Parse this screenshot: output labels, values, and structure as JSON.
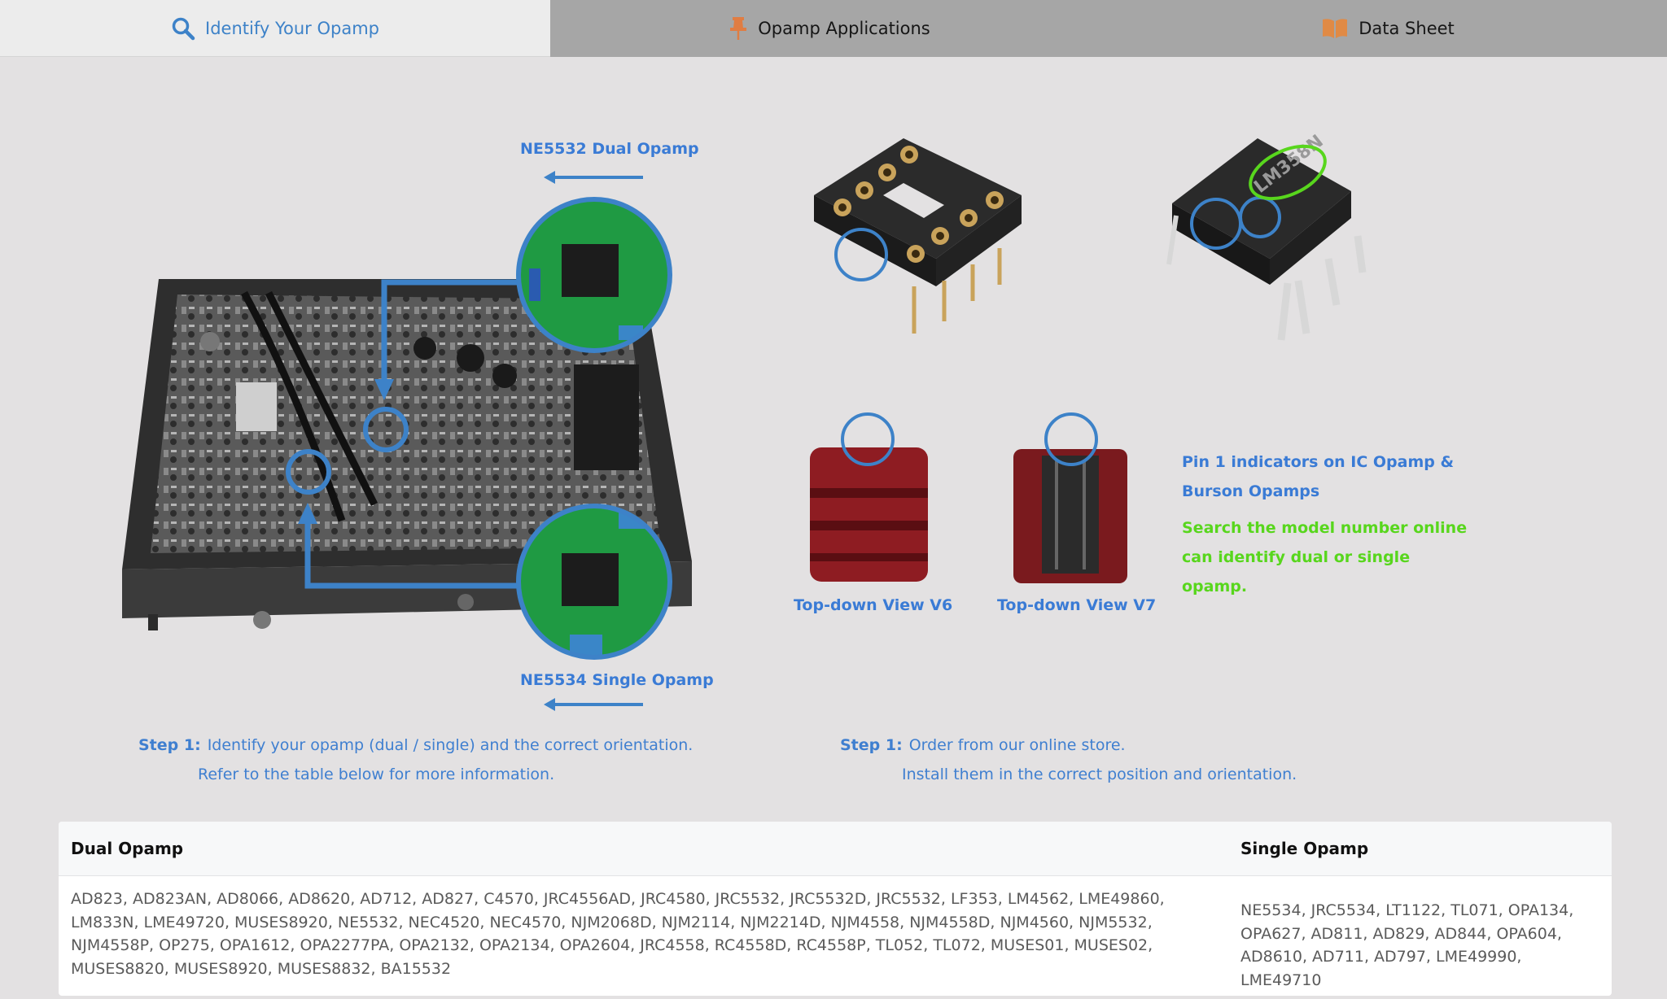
{
  "tabs": [
    {
      "label": "Identify Your Opamp",
      "icon": "search-icon",
      "active": true
    },
    {
      "label": "Opamp Applications",
      "icon": "pin-icon",
      "active": false
    },
    {
      "label": "Data Sheet",
      "icon": "book-icon",
      "active": false
    }
  ],
  "figure": {
    "ne5532_label": "NE5532 Dual Opamp",
    "ne5534_label": "NE5534 Single Opamp",
    "v6_label": "Top-down View V6",
    "v7_label": "Top-down View V7",
    "pin1_line1": "Pin 1 indicators on IC Opamp &",
    "pin1_line2": "Burson Opamps",
    "search_line1": "Search the model number online",
    "search_line2": "can identify dual or single",
    "search_line3": "opamp.",
    "chip_marking": "LM358N"
  },
  "steps": {
    "left": {
      "prefix": "Step 1:",
      "line1": "Identify your opamp (dual / single) and the correct orientation.",
      "line2": "Refer to the table below for more information."
    },
    "right": {
      "prefix": "Step 1:",
      "line1": "Order from our online store.",
      "line2": "Install them in the correct position and orientation."
    }
  },
  "table": {
    "headers": [
      "Dual Opamp",
      "Single Opamp"
    ],
    "dual": "AD823, AD823AN, AD8066, AD8620, AD712, AD827, C4570, JRC4556AD, JRC4580, JRC5532, JRC5532D, JRC5532, LF353, LM4562, LME49860, LM833N, LME49720, MUSES8920, NE5532, NEC4520, NEC4570, NJM2068D, NJM2114, NJM2214D, NJM4558, NJM4558D, NJM4560, NJM5532, NJM4558P, OP275, OPA1612, OPA2277PA, OPA2132, OPA2134, OPA2604, JRC4558, RC4558D, RC4558P, TL052, TL072, MUSES01, MUSES02, MUSES8820, MUSES8920, MUSES8832, BA15532",
    "single": "NE5534, JRC5534, LT1122, TL071, OPA134, OPA627, AD811, AD829, AD844, OPA604, AD8610, AD711, AD797, LME49990, LME49710"
  },
  "colors": {
    "accent_blue": "#3d82c8",
    "indicator_green": "#58d61d",
    "tab_inactive": "#a6a6a6",
    "tab_active": "#ececec"
  }
}
